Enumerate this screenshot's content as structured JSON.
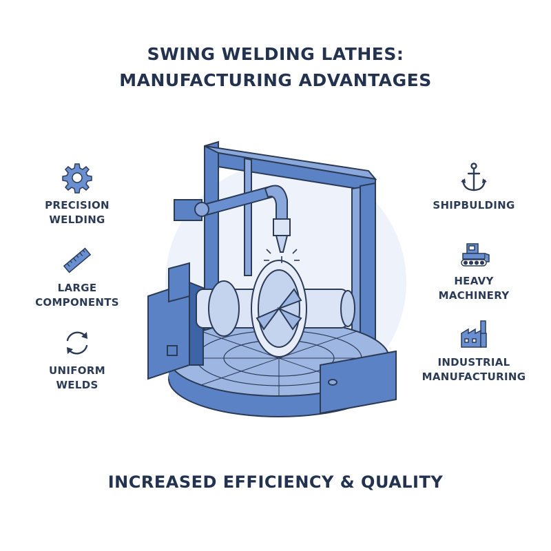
{
  "title": {
    "line1": "SWING WELDING LATHES:",
    "line2": "MANUFACTURING ADVANTAGES"
  },
  "left_features": [
    {
      "icon": "gear-icon",
      "line1": "PRECISION",
      "line2": "WELDING"
    },
    {
      "icon": "ruler-icon",
      "line1": "LARGE",
      "line2": "COMPONENTS"
    },
    {
      "icon": "cycle-arrows-icon",
      "line1": "UNIFORM",
      "line2": "WELDS"
    }
  ],
  "right_features": [
    {
      "icon": "anchor-icon",
      "line1": "SHIPBULDING",
      "line2": ""
    },
    {
      "icon": "bulldozer-icon",
      "line1": "HEAVY",
      "line2": "MACHINERY"
    },
    {
      "icon": "factory-icon",
      "line1": "INDUSTRIAL",
      "line2": "MANUFACTURING"
    }
  ],
  "footer": "INCREASED EFFICIENCY & QUALITY",
  "colors": {
    "primary": "#5b82c4",
    "dark": "#22324f",
    "light": "#dbe5f5"
  }
}
